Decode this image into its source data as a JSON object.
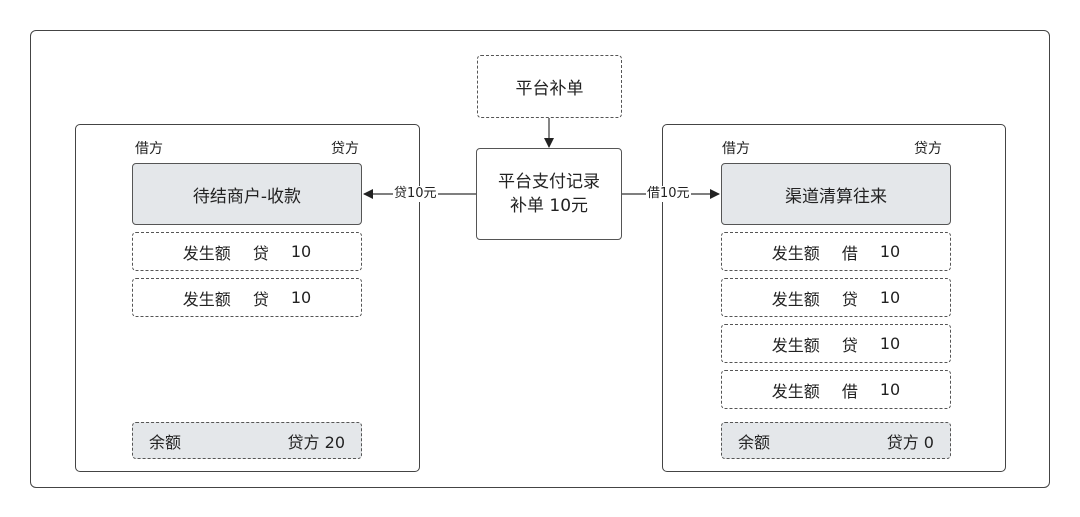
{
  "top_box": {
    "label": "平台补单"
  },
  "center_box": {
    "line1": "平台支付记录",
    "line2": "补单 10元"
  },
  "left_panel": {
    "debit_label": "借方",
    "credit_label": "贷方",
    "account_title": "待结商户-收款",
    "entries": [
      {
        "label": "发生额",
        "direction": "贷",
        "amount": "10"
      },
      {
        "label": "发生额",
        "direction": "贷",
        "amount": "10"
      }
    ],
    "balance": {
      "label": "余额",
      "value": "贷方 20"
    }
  },
  "right_panel": {
    "debit_label": "借方",
    "credit_label": "贷方",
    "account_title": "渠道清算往来",
    "entries": [
      {
        "label": "发生额",
        "direction": "借",
        "amount": "10"
      },
      {
        "label": "发生额",
        "direction": "贷",
        "amount": "10"
      },
      {
        "label": "发生额",
        "direction": "贷",
        "amount": "10"
      },
      {
        "label": "发生额",
        "direction": "借",
        "amount": "10"
      }
    ],
    "balance": {
      "label": "余额",
      "value": "贷方 0"
    }
  },
  "edges": {
    "left_label": "贷10元",
    "right_label": "借10元"
  }
}
